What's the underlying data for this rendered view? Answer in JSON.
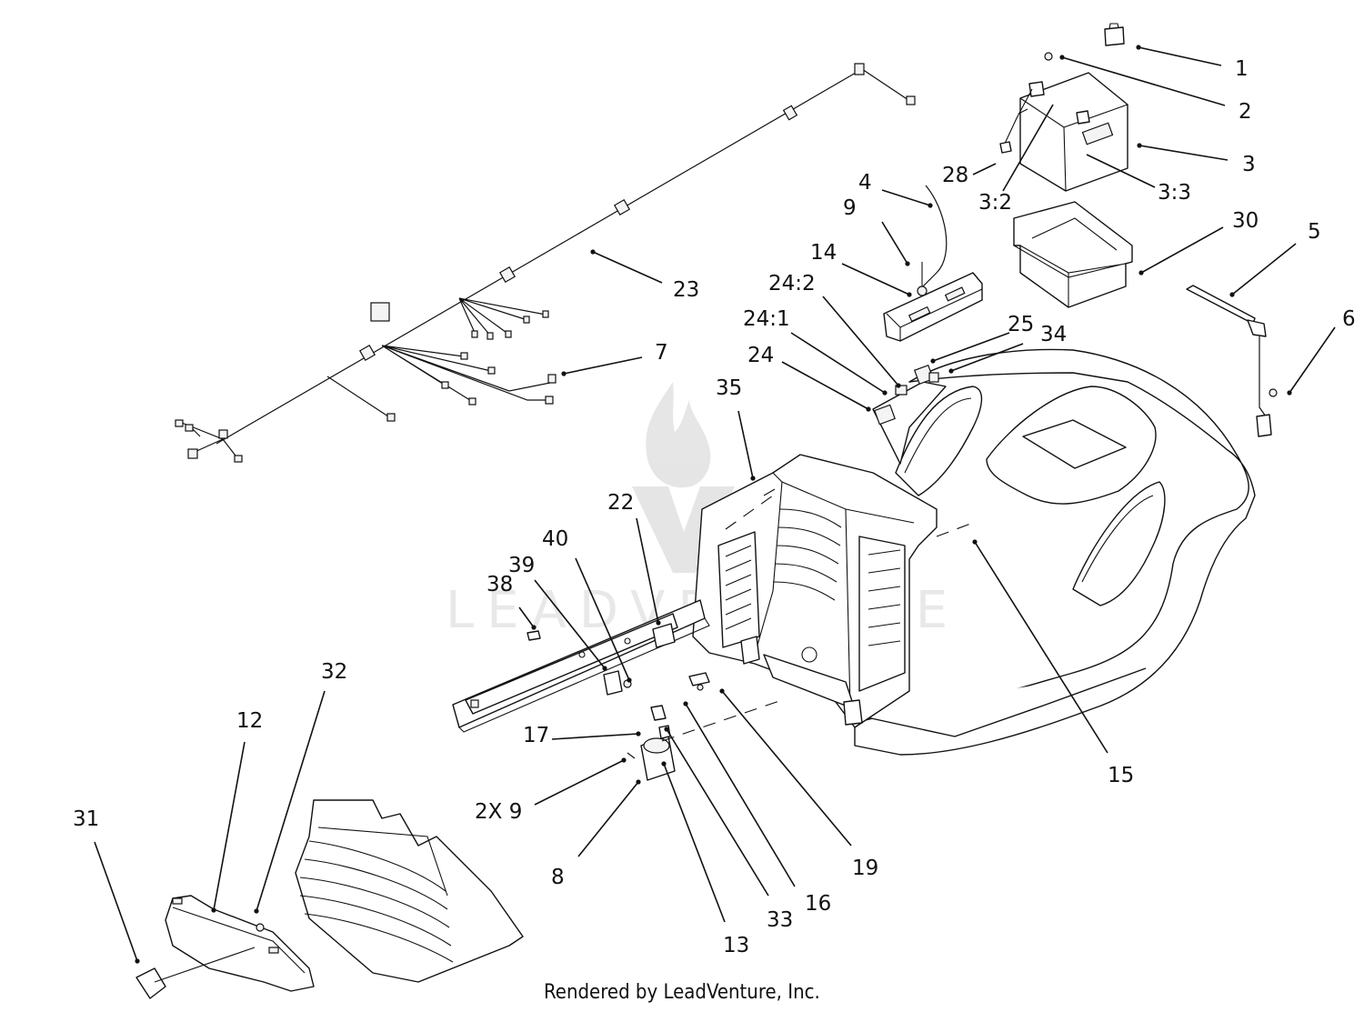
{
  "diagram": {
    "callouts": [
      {
        "id": "c1",
        "label": "1"
      },
      {
        "id": "c2",
        "label": "2"
      },
      {
        "id": "c3",
        "label": "3"
      },
      {
        "id": "c3_2",
        "label": "3:2"
      },
      {
        "id": "c3_3",
        "label": "3:3"
      },
      {
        "id": "c4",
        "label": "4"
      },
      {
        "id": "c5",
        "label": "5"
      },
      {
        "id": "c6",
        "label": "6"
      },
      {
        "id": "c7",
        "label": "7"
      },
      {
        "id": "c9",
        "label": "9"
      },
      {
        "id": "c14",
        "label": "14"
      },
      {
        "id": "c23",
        "label": "23"
      },
      {
        "id": "c24_2",
        "label": "24:2"
      },
      {
        "id": "c24_1",
        "label": "24:1"
      },
      {
        "id": "c24",
        "label": "24"
      },
      {
        "id": "c25",
        "label": "25"
      },
      {
        "id": "c34",
        "label": "34"
      },
      {
        "id": "c28",
        "label": "28"
      },
      {
        "id": "c30",
        "label": "30"
      },
      {
        "id": "c35",
        "label": "35"
      },
      {
        "id": "c22",
        "label": "22"
      },
      {
        "id": "c40",
        "label": "40"
      },
      {
        "id": "c39",
        "label": "39"
      },
      {
        "id": "c38",
        "label": "38"
      },
      {
        "id": "c32",
        "label": "32"
      },
      {
        "id": "c12",
        "label": "12"
      },
      {
        "id": "c31",
        "label": "31"
      },
      {
        "id": "c17",
        "label": "17"
      },
      {
        "id": "c2x9",
        "label": "2X 9"
      },
      {
        "id": "c8",
        "label": "8"
      },
      {
        "id": "c13",
        "label": "13"
      },
      {
        "id": "c33",
        "label": "33"
      },
      {
        "id": "c16",
        "label": "16"
      },
      {
        "id": "c19",
        "label": "19"
      },
      {
        "id": "c15",
        "label": "15"
      }
    ],
    "footer": "Rendered by LeadVenture, Inc.",
    "watermark": "LEADVENTURE"
  }
}
